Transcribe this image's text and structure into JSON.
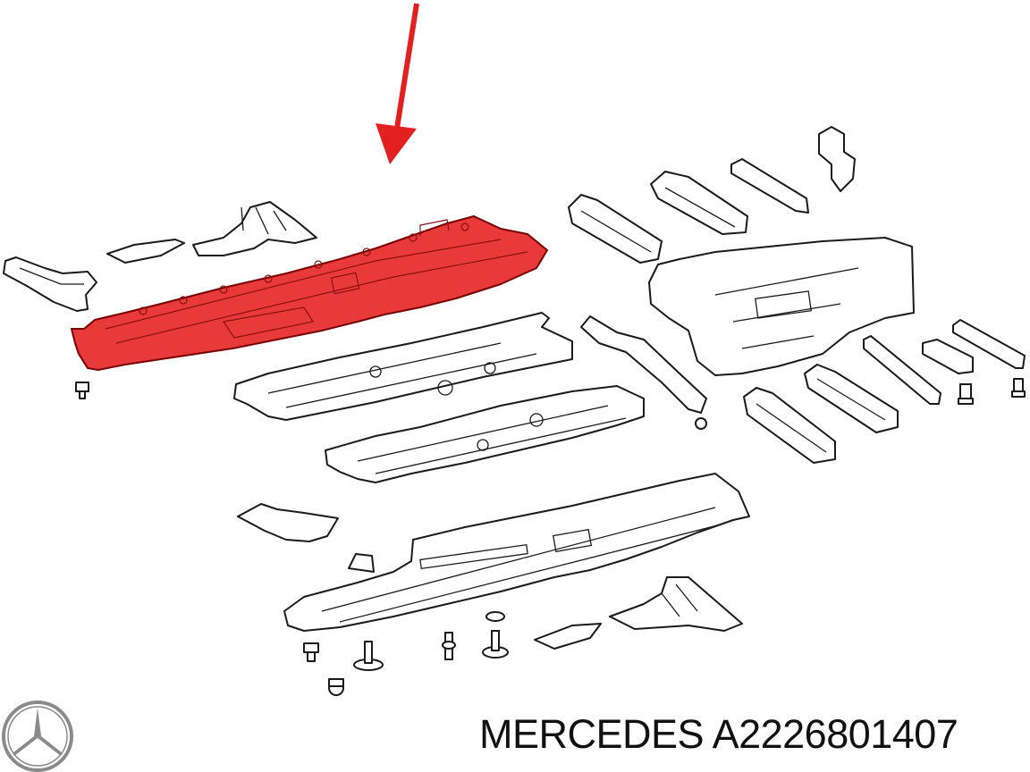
{
  "caption": {
    "brand": "MERCEDES",
    "part_number": "A2226801407"
  },
  "colors": {
    "highlight": "#e83a3a",
    "arrow": "#e22020",
    "line": "#1a1a1a",
    "logo": "#8a8a8a"
  },
  "icons": {
    "logo": "mercedes-star-logo",
    "pointer": "down-left-arrow"
  }
}
